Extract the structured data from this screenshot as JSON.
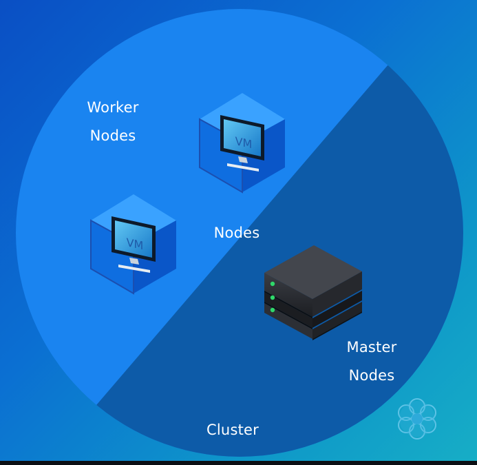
{
  "diagram": {
    "worker_label": [
      "Worker",
      "Nodes"
    ],
    "nodes_label": "Nodes",
    "master_label": [
      "Master",
      "Nodes"
    ],
    "cluster_label": "Cluster",
    "vm_text": "VM",
    "colors": {
      "worker_half": "#1a84f0",
      "master_half": "#0d5ba8",
      "cube_top": "#3aa2ff",
      "cube_side": "#0a56c8",
      "server_body": "#2a2d33",
      "led": "#2fd86a"
    },
    "icons": [
      "vm-cube-icon",
      "server-rack-icon",
      "flower-logo-icon"
    ]
  }
}
